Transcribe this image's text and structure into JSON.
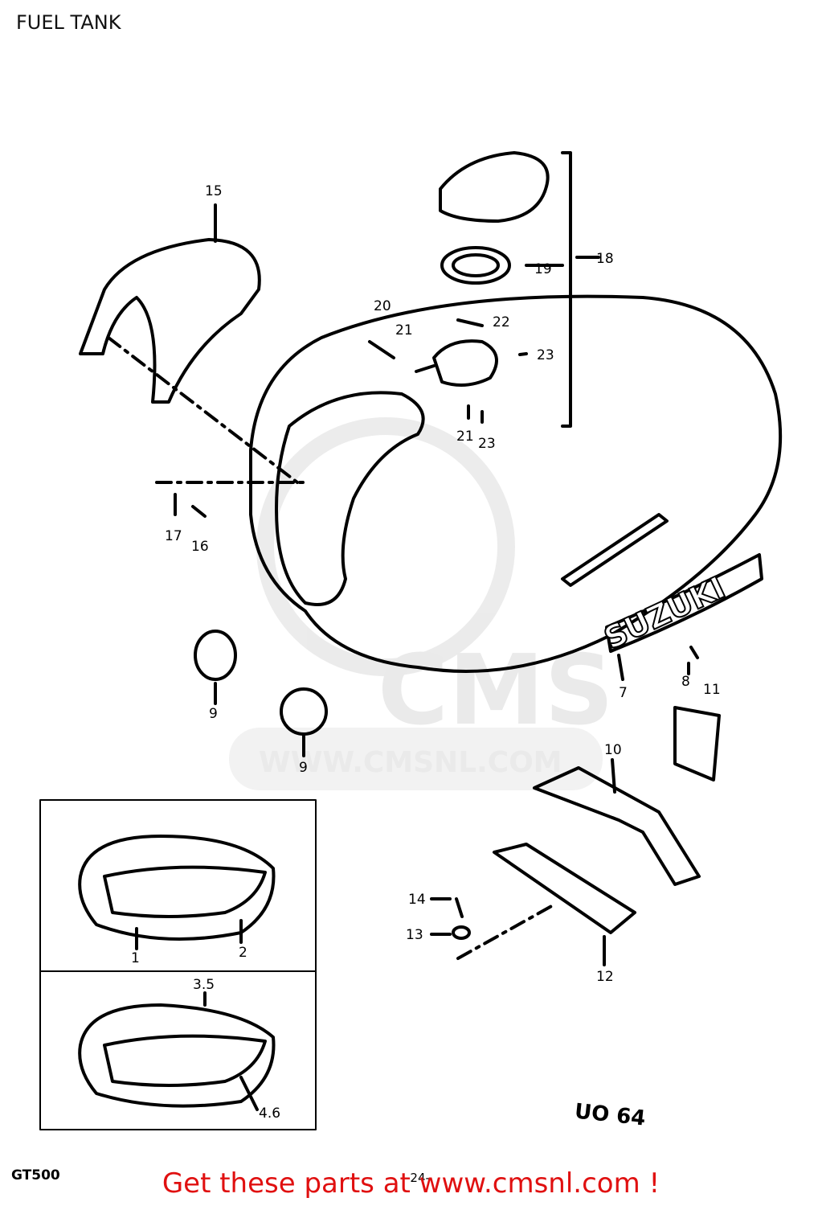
{
  "page": {
    "title": "FUEL TANK"
  },
  "watermark": {
    "site": "WWW.CMSNL.COM",
    "brand": "CMS"
  },
  "tank_badge": "SUZUKI",
  "callouts": [
    "15",
    "18",
    "19",
    "20",
    "21",
    "22",
    "23",
    "21",
    "23",
    "17",
    "16",
    "9",
    "9",
    "7",
    "8",
    "11",
    "10",
    "14",
    "13",
    "12",
    "1",
    "2",
    "3.5",
    "4.6"
  ],
  "footer": {
    "model": "GT500",
    "page_number": "-24-",
    "link_text": "Get these parts at www.cmsnl.com !",
    "diagram_code": "UO 64"
  }
}
